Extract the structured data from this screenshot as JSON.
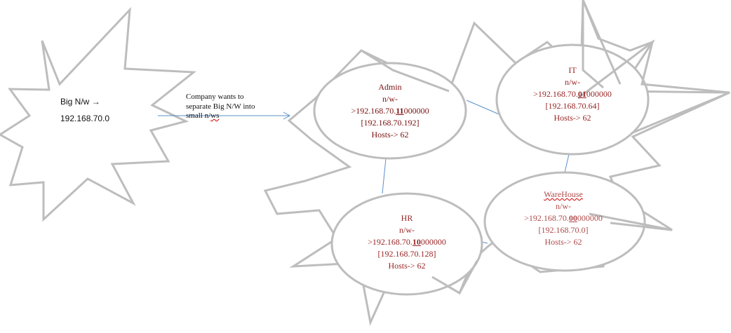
{
  "colors": {
    "burst_stroke": "#bdbdbd",
    "connector": "#5b8fc9",
    "text_dark_red": "#7a1010",
    "text_red": "#9a2424",
    "text_light_red": "#b04a4a"
  },
  "source": {
    "line1": "Big N/w",
    "arrow": "→",
    "line2": "192.168.70.0"
  },
  "note": {
    "line1": "Company wants to",
    "line2": "separate Big N/W into",
    "line3_prefix": "small n/",
    "line3_suffix": "ws"
  },
  "subnets": {
    "admin": {
      "name": "Admin",
      "nw": "n/w-",
      "addr_prefix": ">192.168.70.",
      "addr_bits": "11",
      "addr_rest": "000000",
      "net": "[192.168.70.192]",
      "hosts": "Hosts-> 62"
    },
    "it": {
      "name": "IT",
      "nw": "n/w-",
      "addr_prefix": ">192.168.70.",
      "addr_bits": "01",
      "addr_rest": "000000",
      "net": "[192.168.70.64]",
      "hosts": "Hosts-> 62"
    },
    "hr": {
      "name": "HR",
      "nw": "n/w-",
      "addr_prefix": ">192.168.70.",
      "addr_bits": "10",
      "addr_rest": "000000",
      "net": "[192.168.70.128]",
      "hosts": "Hosts-> 62"
    },
    "warehouse": {
      "name": "WareHouse",
      "nw": "n/w-",
      "addr_prefix": ">192.168.70.",
      "addr_bits": "00",
      "addr_rest": "000000",
      "net": "[192.168.70.0]",
      "hosts": "Hosts-> 62"
    }
  }
}
